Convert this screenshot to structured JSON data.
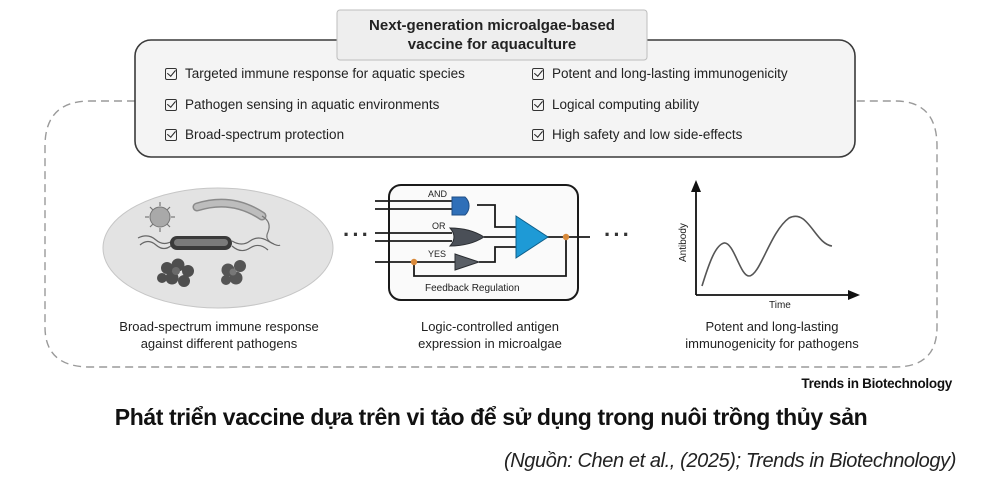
{
  "header": {
    "title_line1": "Next-generation microalgae-based",
    "title_line2": "vaccine for aquaculture"
  },
  "features": [
    {
      "label": "Targeted immune response for aquatic species"
    },
    {
      "label": "Pathogen sensing in aquatic environments"
    },
    {
      "label": "Broad-spectrum protection"
    },
    {
      "label": "Potent and long-lasting immunogenicity"
    },
    {
      "label": "Logical computing ability"
    },
    {
      "label": "High safety and low side-effects"
    }
  ],
  "panels": {
    "left": {
      "caption_line1": "Broad-spectrum immune response",
      "caption_line2": "against different pathogens"
    },
    "middle": {
      "caption_line1": "Logic-controlled antigen",
      "caption_line2": "expression in microalgae",
      "gate_and": "AND",
      "gate_or": "OR",
      "gate_yes": "YES",
      "feedback": "Feedback Regulation"
    },
    "right": {
      "caption_line1": "Potent and long-lasting",
      "caption_line2": "immunogenicity for pathogens",
      "y_axis": "Antibody",
      "x_axis": "Time"
    }
  },
  "separators": {
    "ellipsis": "···"
  },
  "brand": "Trends in Biotechnology",
  "vn_title": "Phát triển vaccine dựa trên vi tảo để sử dụng trong nuôi trồng thủy sản",
  "vn_source": "(Nguồn: Chen et al., (2025); Trends in Biotechnology)",
  "colors": {
    "amplifier_blue": "#1e9ad6",
    "and_gate_blue": "#2f6fb8",
    "or_gate": "#4a4f57",
    "node_orange": "#d8893a"
  }
}
